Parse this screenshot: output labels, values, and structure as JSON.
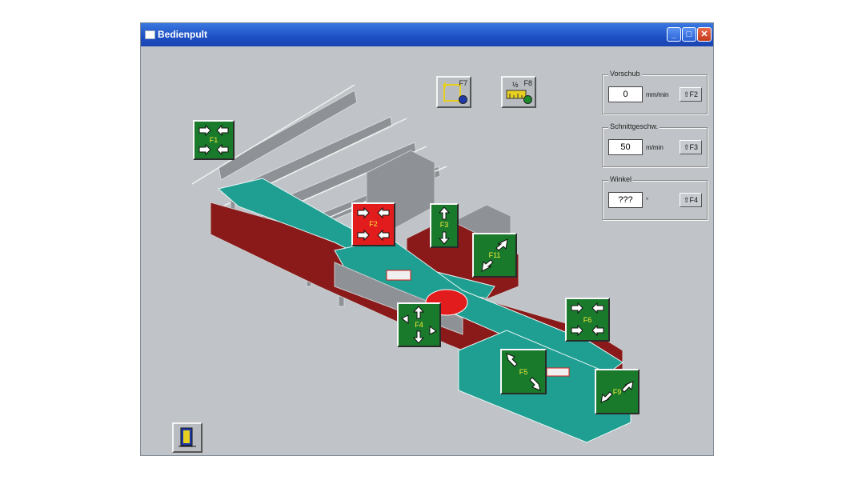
{
  "window": {
    "title": "Bedienpult"
  },
  "toolbar": {
    "btn1": {
      "key": "F7",
      "icon": "rotate-frame-icon",
      "status_color": "#1f3aa8"
    },
    "btn2": {
      "key": "F8",
      "icon": "measure-scale-icon",
      "status_color": "#1a8a2a",
      "symbol": "½"
    }
  },
  "params": [
    {
      "legend": "Vorschub",
      "value": "0",
      "unit": "mm/min",
      "button": "⇧F2"
    },
    {
      "legend": "Schnittgeschw.",
      "value": "50",
      "unit": "m/min",
      "button": "⇧F3"
    },
    {
      "legend": "Winkel",
      "value": "???",
      "unit": "°",
      "button": "⇧F4"
    }
  ],
  "function_keys": {
    "f1": "F1",
    "f2": "F2",
    "f3": "F3",
    "f4": "F4",
    "f5": "F5",
    "f6": "F6",
    "f9": "F9",
    "f11": "F11"
  },
  "colors": {
    "key_green": "#1a7a2c",
    "key_red": "#e21c1c",
    "label_yellow": "#f4ec3a",
    "frame_red": "#8a1a1a",
    "conveyor_teal": "#1f9e92"
  },
  "exit": {
    "icon": "exit-door-icon"
  }
}
